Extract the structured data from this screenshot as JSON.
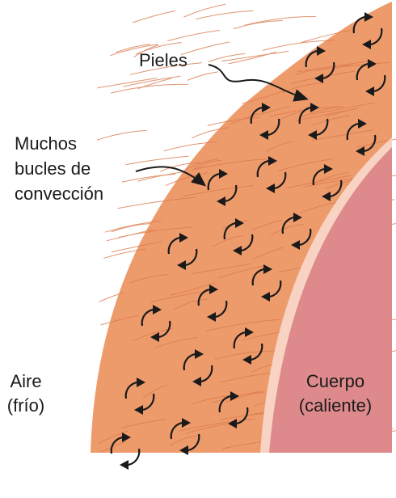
{
  "labels": {
    "furs": "Pieles",
    "loops_line1": "Muchos",
    "loops_line2": "bucles de",
    "loops_line3": "convección",
    "air_line1": "Aire",
    "air_line2": "(frío)",
    "body_line1": "Cuerpo",
    "body_line2": "(caliente)"
  },
  "colors": {
    "fur": "#EE9B6C",
    "fur_strand": "#D97A4E",
    "skin_edge": "#F8D3C3",
    "body": "#DE8A8D",
    "loop": "#1a1a1a",
    "text": "#1a1a1a"
  },
  "icons": {
    "convection_loop": "circular-arrow-icon",
    "pointer": "wavy-arrow-icon"
  }
}
